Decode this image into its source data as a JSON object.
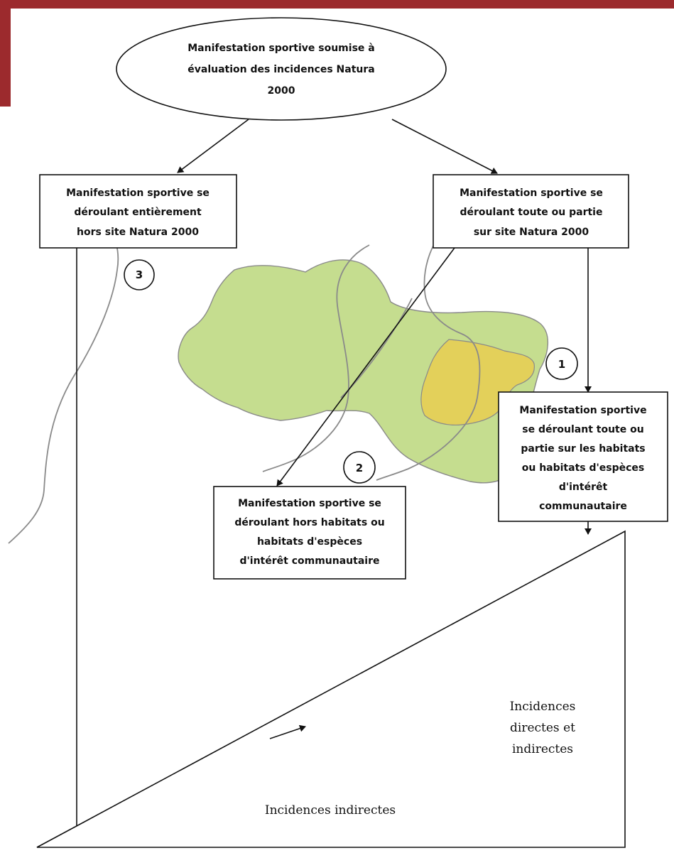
{
  "colors": {
    "banner": "#9c2a2d",
    "site_fill": "#c5dd8f",
    "site_stroke": "#8a8a8a",
    "habitat_fill": "#e3d05a",
    "ink": "#111111"
  },
  "top_oval": {
    "lines": [
      "Manifestation sportive soumise à",
      "évaluation des incidences Natura",
      "2000"
    ]
  },
  "box_outside": {
    "lines": [
      "Manifestation sportive se",
      "déroulant entièrement",
      "hors site Natura 2000"
    ]
  },
  "box_inside": {
    "lines": [
      "Manifestation sportive se",
      "déroulant toute ou partie",
      "sur site Natura 2000"
    ]
  },
  "box_habitats": {
    "lines": [
      "Manifestation sportive",
      "se déroulant toute ou",
      "partie sur les habitats",
      "ou habitats d'espèces",
      "d'intérêt",
      "communautaire"
    ]
  },
  "box_hors_habitats": {
    "lines": [
      "Manifestation sportive se",
      "déroulant hors habitats ou",
      "habitats d'espèces",
      "d'intérêt communautaire"
    ]
  },
  "markers": [
    "1",
    "2",
    "3"
  ],
  "wedge": {
    "direct_lines": [
      "Incidences",
      "directes et",
      "indirectes"
    ],
    "indirect_label": "Incidences indirectes"
  }
}
